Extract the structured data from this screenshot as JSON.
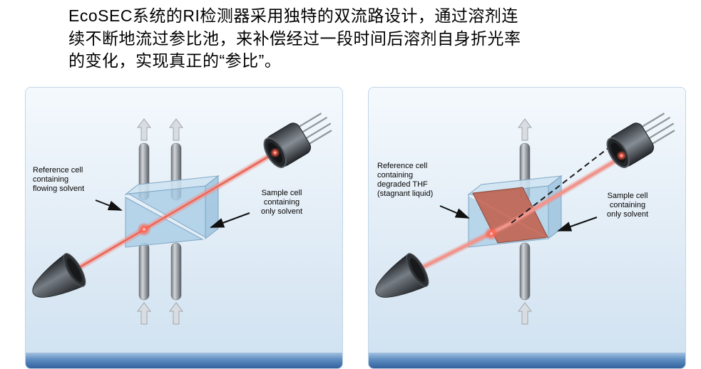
{
  "intro": {
    "lines": [
      "EcoSEC系统的RI检测器采用独特的双流路设计，通过溶剂连",
      "续不断地流过参比池，来补偿经过一段时间后溶剂自身折光率",
      "的变化，实现真正的“参比”。"
    ]
  },
  "panels": {
    "normal": {
      "reference_label": [
        "Reference cell",
        "containing",
        "flowing solvent"
      ],
      "sample_label": [
        "Sample cell",
        "containing",
        "only solvent"
      ]
    },
    "degraded": {
      "reference_label": [
        "Reference cell",
        "containing",
        "degraded THF",
        "(stagnant liquid)"
      ],
      "sample_label": [
        "Sample cell",
        "containing",
        "only solvent"
      ]
    }
  },
  "colors": {
    "beam": "#ef8078",
    "cell_blue": "#a9cde6",
    "cell_degraded_red": "#c15c48",
    "footer_band_blue": "#33619d"
  }
}
